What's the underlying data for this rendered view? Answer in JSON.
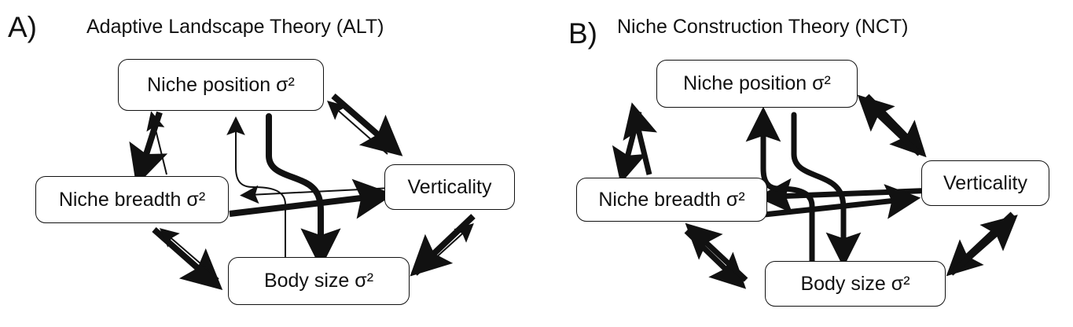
{
  "figure": {
    "type": "diagram",
    "kind": "path-diagram-pair",
    "background": "#ffffff",
    "stroke_color": "#111111"
  },
  "panels": [
    {
      "id": "A",
      "letter": "A)",
      "title": "Adaptive Landscape Theory (ALT)",
      "nodes": [
        {
          "id": "niche_position",
          "label": "Niche position σ²"
        },
        {
          "id": "niche_breadth",
          "label": "Niche breadth σ²"
        },
        {
          "id": "verticality",
          "label": "Verticality"
        },
        {
          "id": "body_size",
          "label": "Body size σ²"
        }
      ],
      "edges": [
        {
          "from": "niche_position",
          "to": "niche_breadth",
          "weight": "thick"
        },
        {
          "from": "niche_breadth",
          "to": "niche_position",
          "weight": "thin"
        },
        {
          "from": "niche_position",
          "to": "verticality",
          "weight": "thick"
        },
        {
          "from": "verticality",
          "to": "niche_position",
          "weight": "thin"
        },
        {
          "from": "niche_breadth",
          "to": "body_size",
          "weight": "thick"
        },
        {
          "from": "body_size",
          "to": "niche_breadth",
          "weight": "thin"
        },
        {
          "from": "verticality",
          "to": "body_size",
          "weight": "thick"
        },
        {
          "from": "body_size",
          "to": "verticality",
          "weight": "thin"
        },
        {
          "from": "verticality",
          "to": "niche_breadth",
          "weight": "thin"
        },
        {
          "from": "niche_breadth",
          "to": "verticality",
          "weight": "thick"
        },
        {
          "from": "body_size",
          "to": "niche_position",
          "weight": "thin"
        },
        {
          "from": "niche_position",
          "to": "body_size",
          "weight": "thick"
        }
      ]
    },
    {
      "id": "B",
      "letter": "B)",
      "title": "Niche Construction Theory (NCT)",
      "nodes": [
        {
          "id": "niche_position",
          "label": "Niche position σ²"
        },
        {
          "id": "niche_breadth",
          "label": "Niche breadth σ²"
        },
        {
          "id": "verticality",
          "label": "Verticality"
        },
        {
          "id": "body_size",
          "label": "Body size σ²"
        }
      ],
      "edges": [
        {
          "from": "niche_position",
          "to": "niche_breadth",
          "weight": "thick"
        },
        {
          "from": "niche_breadth",
          "to": "niche_position",
          "weight": "thick"
        },
        {
          "from": "niche_position",
          "to": "verticality",
          "weight": "thick"
        },
        {
          "from": "verticality",
          "to": "niche_position",
          "weight": "thick"
        },
        {
          "from": "niche_breadth",
          "to": "body_size",
          "weight": "thick"
        },
        {
          "from": "body_size",
          "to": "niche_breadth",
          "weight": "thick"
        },
        {
          "from": "verticality",
          "to": "body_size",
          "weight": "thick"
        },
        {
          "from": "body_size",
          "to": "verticality",
          "weight": "thick"
        },
        {
          "from": "verticality",
          "to": "niche_breadth",
          "weight": "thick"
        },
        {
          "from": "niche_breadth",
          "to": "verticality",
          "weight": "thick"
        },
        {
          "from": "body_size",
          "to": "niche_position",
          "weight": "thick"
        },
        {
          "from": "niche_position",
          "to": "body_size",
          "weight": "thick"
        }
      ]
    }
  ]
}
